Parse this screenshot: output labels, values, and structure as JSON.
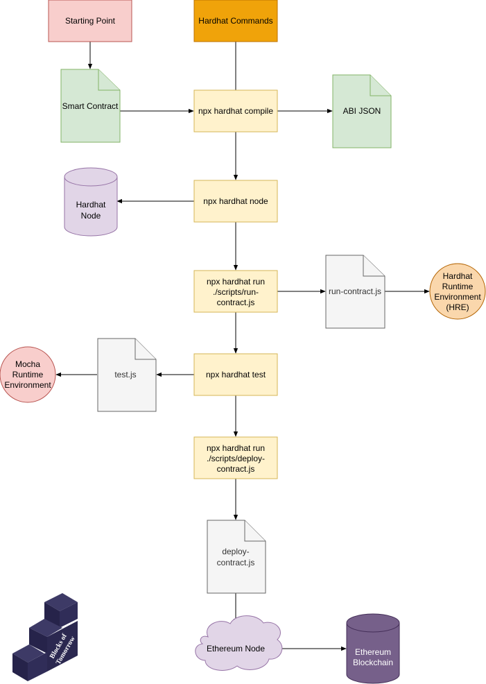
{
  "nodes": {
    "starting_point": "Starting Point",
    "hardhat_commands": "Hardhat Commands",
    "smart_contract": "Smart Contract",
    "compile": "npx hardhat compile",
    "abi_json": "ABI JSON",
    "hardhat_node_db": [
      "Hardhat",
      "Node"
    ],
    "node_cmd": "npx hardhat node",
    "run_cmd": [
      "npx hardhat run",
      "./scripts/run-",
      "contract.js"
    ],
    "run_contract_file": "run-contract.js",
    "hre": [
      "Hardhat",
      "Runtime",
      "Environment",
      "(HRE)"
    ],
    "mocha": [
      "Mocha",
      "Runtime",
      "Environment"
    ],
    "test_file": "test.js",
    "test_cmd": "npx hardhat test",
    "deploy_cmd": [
      "npx hardhat run",
      "./scripts/deploy-",
      "contract.js"
    ],
    "deploy_file": [
      "deploy-",
      "contract.js"
    ],
    "ethereum_node": "Ethereum Node",
    "ethereum_blockchain": [
      "Ethereum",
      "Blockchain"
    ]
  },
  "logo": [
    "Blocks of",
    "Tomorrow"
  ],
  "colors": {
    "red_fill": "#f8cecc",
    "red_stroke": "#b85450",
    "orange_fill": "#f0a30a",
    "orange_stroke": "#bd7000",
    "yellow_fill": "#fff2cc",
    "yellow_stroke": "#d6b656",
    "green_fill": "#d5e8d4",
    "green_stroke": "#82b366",
    "purple_fill": "#e1d5e7",
    "purple_stroke": "#9673a6",
    "grey_fill": "#f5f5f5",
    "grey_stroke": "#666666",
    "peach_fill": "#fad7ac",
    "peach_stroke": "#b46504",
    "dark_purple_fill": "#76608a",
    "dark_purple_stroke": "#432d57"
  }
}
